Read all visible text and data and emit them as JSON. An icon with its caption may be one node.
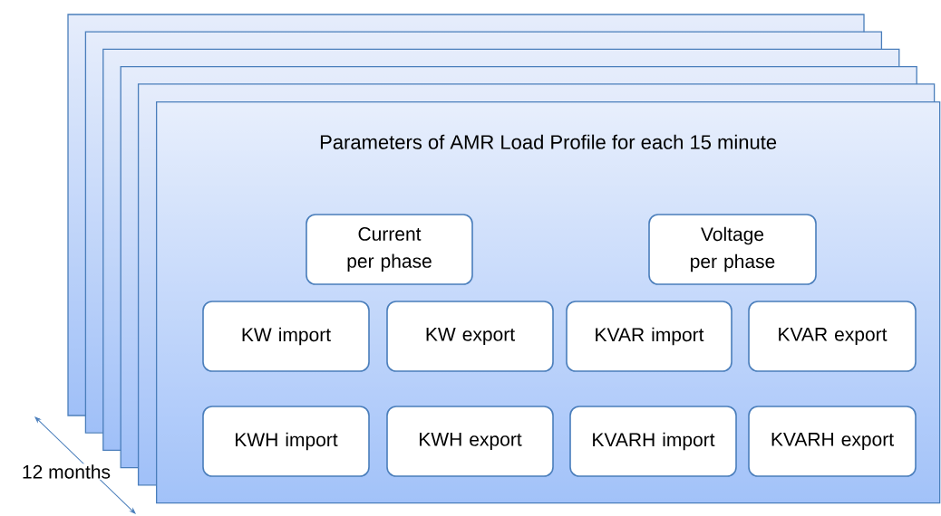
{
  "diagram": {
    "nodes": [
      {
        "text": [
          "Parameters of AMR Load Profile for each 15 minute"
        ]
      },
      {
        "text": [
          "Current per phase"
        ],
        "in": 0
      },
      {
        "text": [
          "Voltage per phase"
        ],
        "in": 0
      },
      {
        "text": [
          "KW import"
        ],
        "in": 0
      },
      {
        "text": [
          "KW export"
        ],
        "in": 0
      },
      {
        "text": [
          "KVAR import"
        ],
        "in": 0
      },
      {
        "text": [
          "KVAR export"
        ],
        "in": 0
      },
      {
        "text": [
          "KWH import"
        ],
        "in": 0
      },
      {
        "text": [
          "KWH export"
        ],
        "in": 0
      },
      {
        "text": [
          "KVARH import"
        ],
        "in": 0
      },
      {
        "text": [
          "KVARH export"
        ],
        "in": 0
      }
    ],
    "labels": [
      "12 months"
    ]
  }
}
